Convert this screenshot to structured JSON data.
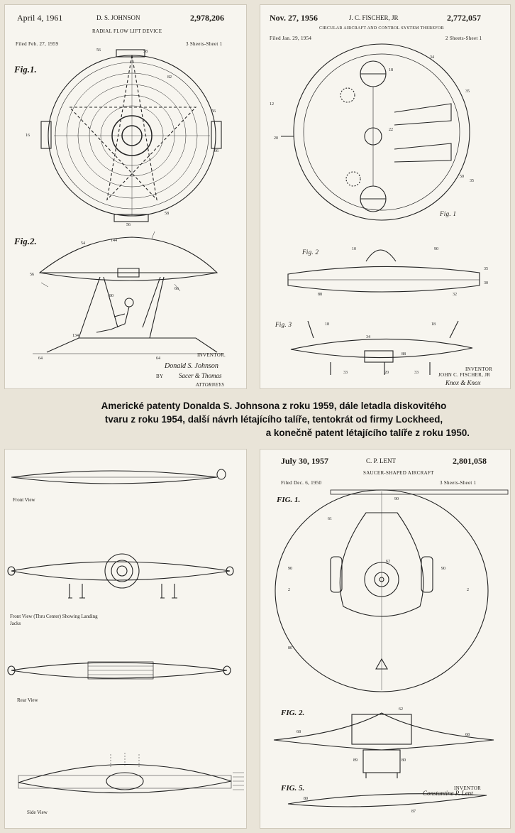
{
  "caption": {
    "line1": "Americké patenty Donalda S. Johnsona z roku 1959, dále letadla diskovitého",
    "line2": "tvaru z roku 1954, další návrh létajícího talíře, tentokrát od firmy Lockheed,",
    "line3": "a konečně patent létajícího talíře z roku 1950."
  },
  "johnson": {
    "date": "April 4, 1961",
    "inventor": "D. S. JOHNSON",
    "number": "2,978,206",
    "title": "RADIAL FLOW LIFT DEVICE",
    "filed": "Filed Feb. 27, 1959",
    "sheets": "3 Sheets-Sheet 1",
    "fig1": "Fig.1.",
    "fig2": "Fig.2.",
    "inventor_label": "INVENTOR.",
    "signature": "Donald S. Johnson",
    "by": "BY",
    "attorney_sig": "Sacer & Thomas",
    "attorneys": "ATTORNEYS"
  },
  "fischer": {
    "date": "Nov. 27, 1956",
    "inventor": "J. C. FISCHER, JR",
    "number": "2,772,057",
    "title": "CIRCULAR AIRCRAFT AND CONTROL SYSTEM THEREFOR",
    "filed": "Filed Jan. 29, 1954",
    "sheets": "2 Sheets-Sheet 1",
    "fig1": "Fig. 1",
    "fig2": "Fig. 2",
    "fig3": "Fig. 3",
    "inventor_label": "INVENTOR",
    "inventor_name": "JOHN C. FISCHER, JR",
    "attorneys": "Knox & Knox"
  },
  "lockheed": {
    "front_view": "Front View",
    "front_center": "Front View (Thru Center) Showing Landing",
    "jacks": "Jacks",
    "rear_view": "Rear View",
    "side_view": "Side View"
  },
  "lent": {
    "date": "July 30, 1957",
    "inventor": "C. P. LENT",
    "number": "2,801,058",
    "title": "SAUCER-SHAPED AIRCRAFT",
    "filed": "Filed Dec. 6, 1950",
    "sheets": "3 Sheets-Sheet 1",
    "fig1": "FIG. 1.",
    "fig2": "FIG. 2.",
    "fig5": "FIG. 5.",
    "inventor_label": "INVENTOR",
    "signature": "Constantine P. Lent"
  }
}
